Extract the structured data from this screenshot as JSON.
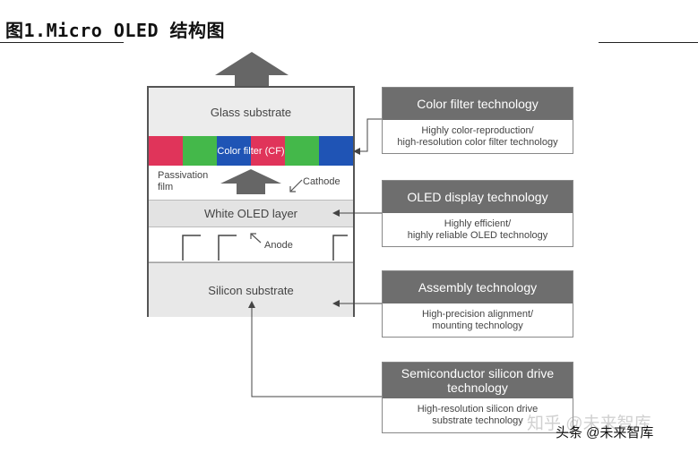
{
  "title": "图1.Micro OLED 结构图",
  "stack": {
    "glass": "Glass substrate",
    "color_filter": "Color filter (CF)",
    "passivation": "Passivation\nfilm",
    "cathode": "Cathode",
    "white_oled": "White OLED layer",
    "anode": "Anode",
    "silicon": "Silicon substrate"
  },
  "cf_colors": [
    "#e0345a",
    "#44b84a",
    "#1f54b5",
    "#e0345a",
    "#44b84a",
    "#1f54b5"
  ],
  "technologies": [
    {
      "title": "Color filter technology",
      "desc": "Highly color-reproduction/\nhigh-resolution color filter technology"
    },
    {
      "title": "OLED display technology",
      "desc": "Highly efficient/\nhighly reliable OLED technology"
    },
    {
      "title": "Assembly technology",
      "desc": "High-precision alignment/\nmounting technology"
    },
    {
      "title": "Semiconductor silicon drive\ntechnology",
      "desc": "High-resolution silicon drive\nsubstrate technology"
    }
  ],
  "watermark": {
    "faint": "知乎 @未来智库",
    "bold": "头条 @未来智库"
  }
}
